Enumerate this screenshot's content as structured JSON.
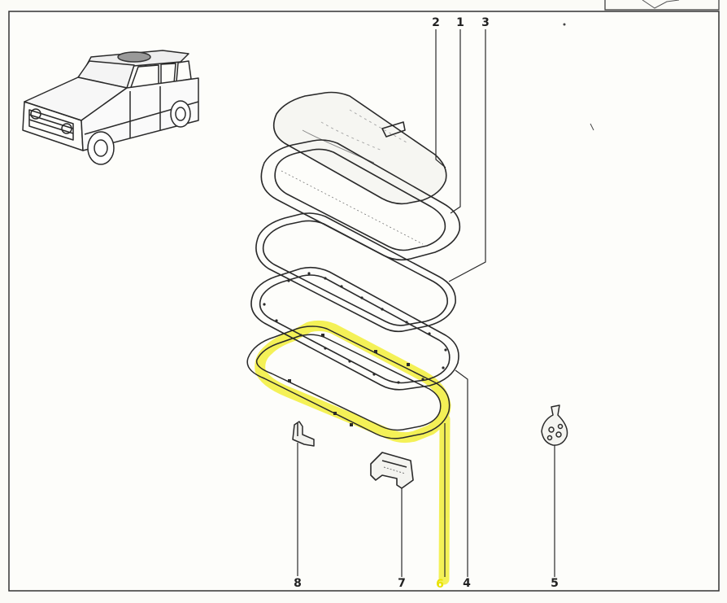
{
  "diagram": {
    "callouts": [
      {
        "id": "2",
        "label": "2"
      },
      {
        "id": "1",
        "label": "1"
      },
      {
        "id": "3",
        "label": "3"
      },
      {
        "id": "8",
        "label": "8"
      },
      {
        "id": "7",
        "label": "7"
      },
      {
        "id": "6",
        "label": "6",
        "highlighted": true
      },
      {
        "id": "4",
        "label": "4"
      },
      {
        "id": "5",
        "label": "5"
      }
    ],
    "highlight_color": "#f2ee3a",
    "icons": [
      "car-illustration-icon",
      "glass-panel-icon",
      "seal-frame-icon",
      "clip-icon",
      "bracket-icon",
      "parts-bag-icon"
    ]
  }
}
